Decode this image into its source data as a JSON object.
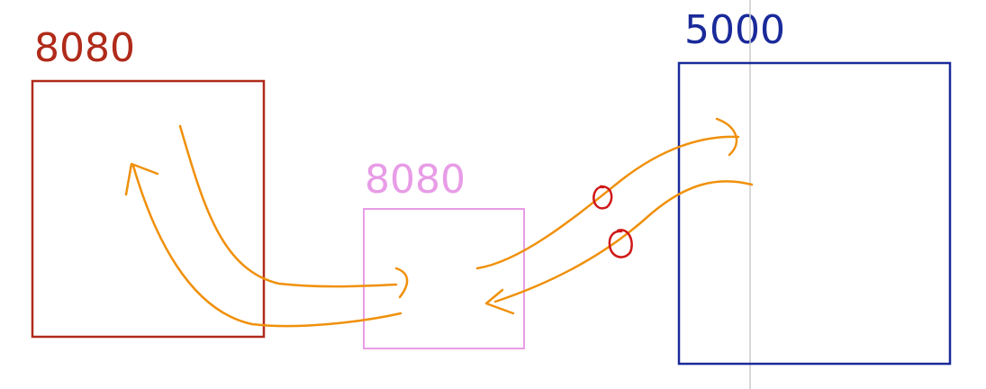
{
  "boxes": {
    "left": {
      "label": "8080",
      "color": "#b02a1a"
    },
    "middle": {
      "label": "8080",
      "color": "#e89ce6"
    },
    "right": {
      "label": "5000",
      "color": "#1a2a9a"
    }
  },
  "colors": {
    "arrow": "#f0900a",
    "marker": "#d01818",
    "guide": "#cccccc"
  }
}
